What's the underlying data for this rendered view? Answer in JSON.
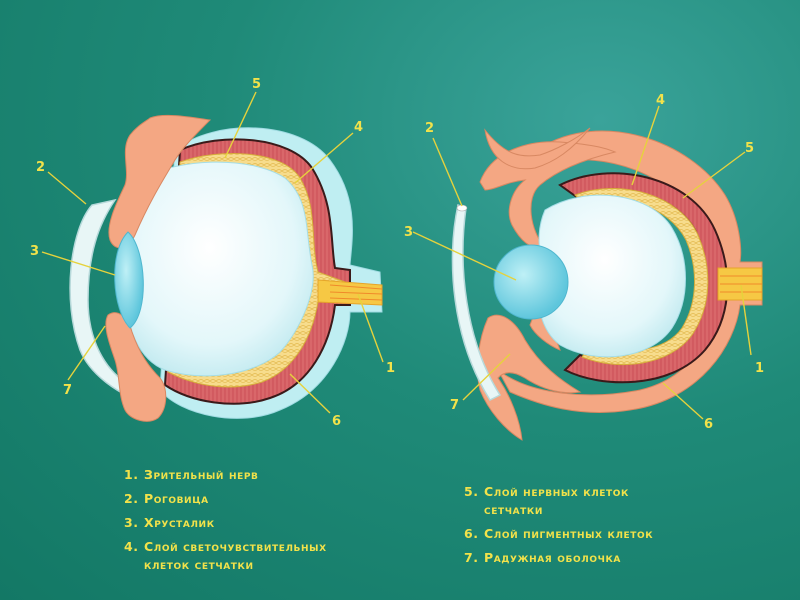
{
  "diagrams": {
    "left": {
      "labels": [
        {
          "id": "lbl-5",
          "text": "5"
        },
        {
          "id": "lbl-4",
          "text": "4"
        },
        {
          "id": "lbl-2",
          "text": "2"
        },
        {
          "id": "lbl-3",
          "text": "3"
        },
        {
          "id": "lbl-7",
          "text": "7"
        },
        {
          "id": "lbl-6",
          "text": "6"
        },
        {
          "id": "lbl-1",
          "text": "1"
        }
      ]
    },
    "right": {
      "labels": [
        {
          "id": "lbl-2",
          "text": "2"
        },
        {
          "id": "lbl-4",
          "text": "4"
        },
        {
          "id": "lbl-5",
          "text": "5"
        },
        {
          "id": "lbl-3",
          "text": "3"
        },
        {
          "id": "lbl-1",
          "text": "1"
        },
        {
          "id": "lbl-7",
          "text": "7"
        },
        {
          "id": "lbl-6",
          "text": "6"
        }
      ]
    }
  },
  "legend": {
    "left": [
      {
        "num": "1.",
        "text": "Зрительный нерв"
      },
      {
        "num": "2.",
        "text": "Роговица"
      },
      {
        "num": "3.",
        "text": "Хрусталик"
      },
      {
        "num": "4.",
        "text": "Слой светочувствительных",
        "text2": "клеток сетчатки"
      }
    ],
    "right": [
      {
        "num": "5.",
        "text": "Слой нервных клеток",
        "text2": "сетчатки"
      },
      {
        "num": "6.",
        "text": "Слой пигментных клеток"
      },
      {
        "num": "7.",
        "text": "Радужная оболочка"
      }
    ]
  },
  "colors": {
    "background": "#1a8470",
    "label": "#f2e24a",
    "outer_layer": "#bfeef2",
    "pigment": "#d9676a",
    "nerve_layer": "#f7dc8c",
    "vitreous": "#eaf9fb",
    "lens": "#7fd6e6",
    "iris": "#f4a783"
  }
}
